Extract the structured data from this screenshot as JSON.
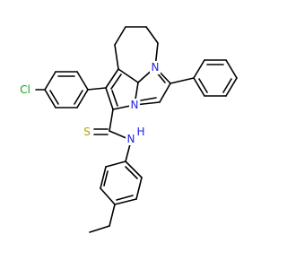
{
  "molecule": {
    "atoms": {
      "cl": {
        "text": "Cl",
        "color": "#1fa01f"
      },
      "s": {
        "text": "S",
        "color": "#b8a300"
      },
      "nh": {
        "text": "N",
        "color": "#1f1fe6"
      },
      "h": {
        "text": "H",
        "color": "#1f1fe6"
      },
      "n_ring": {
        "text": "N",
        "color": "#1f1fe6"
      },
      "n_bridge": {
        "text": "N",
        "color": "#1f1fe6"
      }
    }
  }
}
